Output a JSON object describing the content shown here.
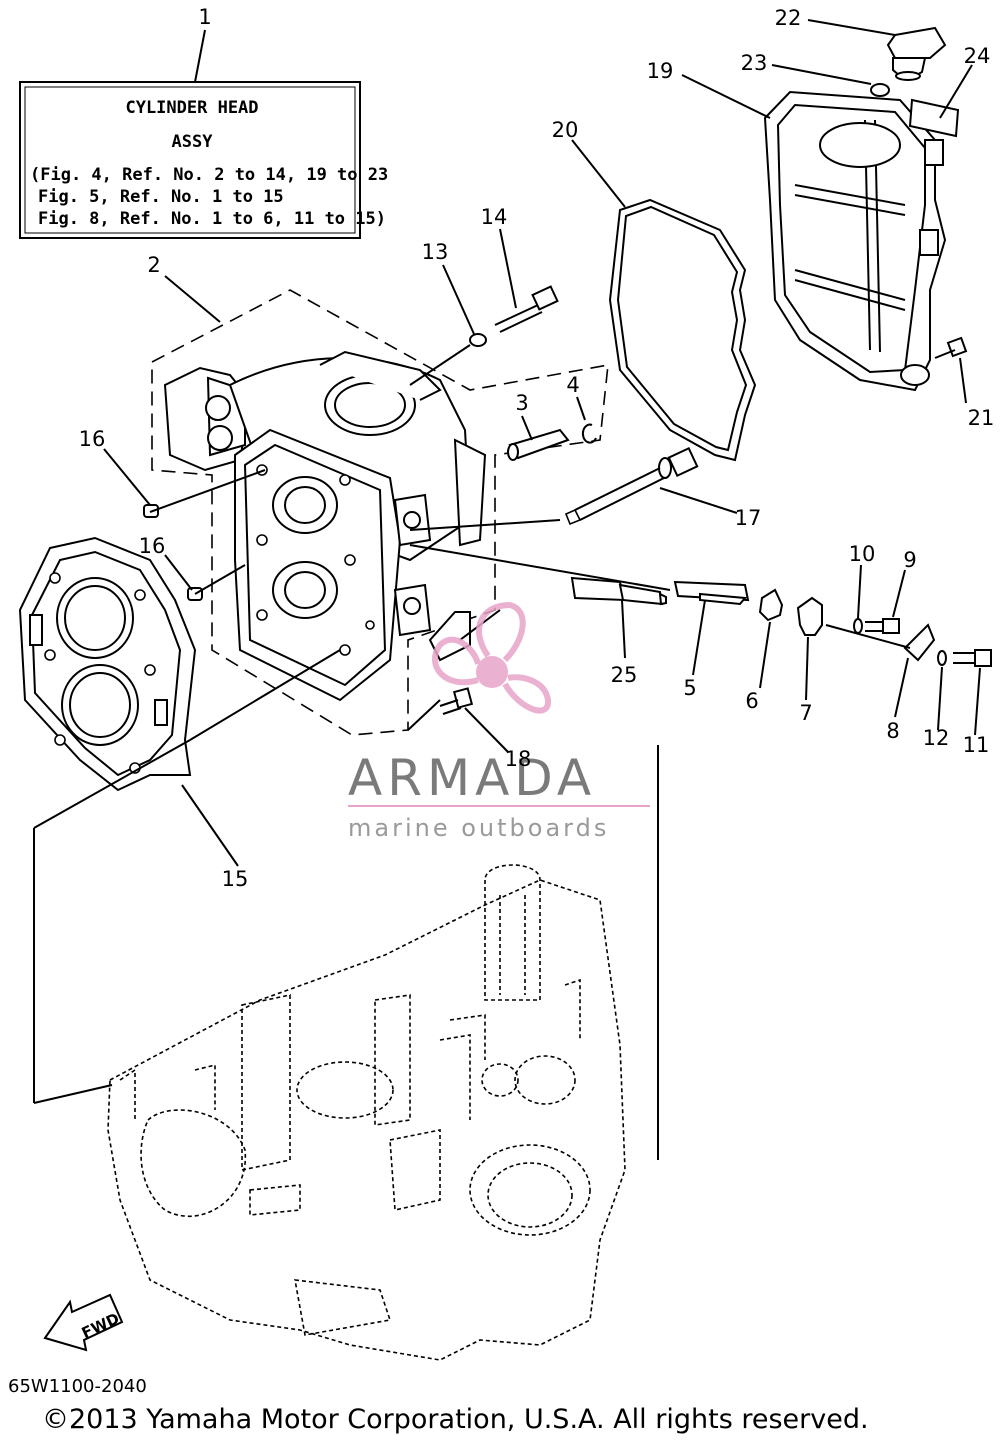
{
  "title_box": {
    "ref": "1",
    "line1": "CYLINDER HEAD",
    "line2": "ASSY",
    "line3": "(Fig. 4, Ref. No. 2 to 14, 19 to 23",
    "line4": "Fig. 5, Ref. No. 1 to 15",
    "line5": "Fig. 8, Ref. No. 1 to 6, 11 to 15)"
  },
  "callouts": {
    "c2": "2",
    "c3": "3",
    "c4": "4",
    "c5": "5",
    "c6": "6",
    "c7": "7",
    "c8": "8",
    "c9": "9",
    "c10": "10",
    "c11": "11",
    "c12": "12",
    "c13": "13",
    "c14": "14",
    "c15": "15",
    "c16a": "16",
    "c16b": "16",
    "c17": "17",
    "c18": "18",
    "c19": "19",
    "c20": "20",
    "c21": "21",
    "c22": "22",
    "c23": "23",
    "c24": "24",
    "c25": "25"
  },
  "watermark": {
    "brand": "ARMADA",
    "tagline": "marine outboards",
    "brand_color": "#e8a4c8"
  },
  "fwd_label": "FWD",
  "diagram_code": "65W1100-2040",
  "copyright": "©2013 Yamaha Motor Corporation, U.S.A. All rights reserved."
}
